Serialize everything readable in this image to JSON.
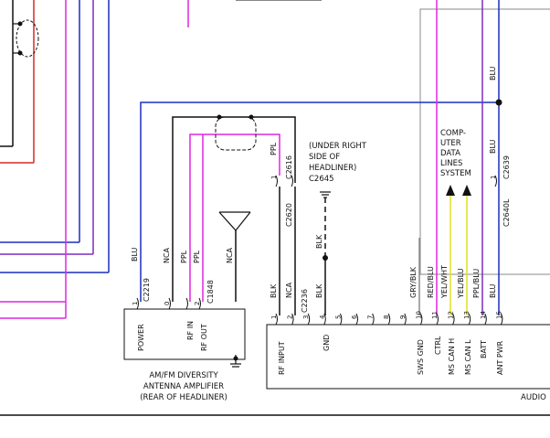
{
  "colors": {
    "wire_blue": "#1b2fbf",
    "wire_purple": "#7a2fbf",
    "wire_magenta": "#e026e0",
    "wire_red": "#d42a2a",
    "wire_yellow": "#e0e020",
    "wire_black": "#111111",
    "wire_gray": "#8a8a8a"
  },
  "wires": {
    "blu": "BLU",
    "nca": "NCA",
    "ppl": "PPL",
    "blk": "BLK",
    "gry_blk": "GRY/BLK",
    "red_blu": "RED/BLU",
    "yel_wht": "YEL/WHT",
    "yel_blu": "YEL/BLU",
    "ppl_blu": "PPL/BLU"
  },
  "connectors": {
    "c2219": "C2219",
    "c1848": "C1848",
    "c2616": "C2616",
    "c2620": "C2620",
    "c2236": "C2236",
    "c2639": "C2639",
    "c2640l": "C2640L",
    "c2645": "C2645"
  },
  "amplifier": {
    "pins": [
      "1",
      "0",
      "2"
    ],
    "pin_labels": [
      "POWER",
      "RF IN",
      "RF OUT"
    ],
    "name_lines": [
      "AM/FM DIVERSITY",
      "ANTENNA AMPLIFIER",
      "(REAR OF HEADLINER)"
    ]
  },
  "splice_pins": {
    "p1": "1",
    "p2": "1"
  },
  "ground_note": [
    "(UNDER RIGHT",
    "SIDE OF",
    "HEADLINER)"
  ],
  "data_lines": [
    "COMP-",
    "UTER",
    "DATA",
    "LINES",
    "SYSTEM"
  ],
  "audio_unit": {
    "pins": [
      "1",
      "2",
      "3",
      "4",
      "5",
      "6",
      "7",
      "8",
      "9",
      "10",
      "11",
      "12",
      "13",
      "14",
      "15"
    ],
    "pin_labels": {
      "p1": "RF INPUT",
      "p3": "GND",
      "p7": "SWS GND",
      "p8": "CTRL",
      "p9": "MS CAN H",
      "p10": "MS CAN L",
      "p11": "BATT",
      "p12": "ANT PWR"
    },
    "name": "AUDIO"
  }
}
